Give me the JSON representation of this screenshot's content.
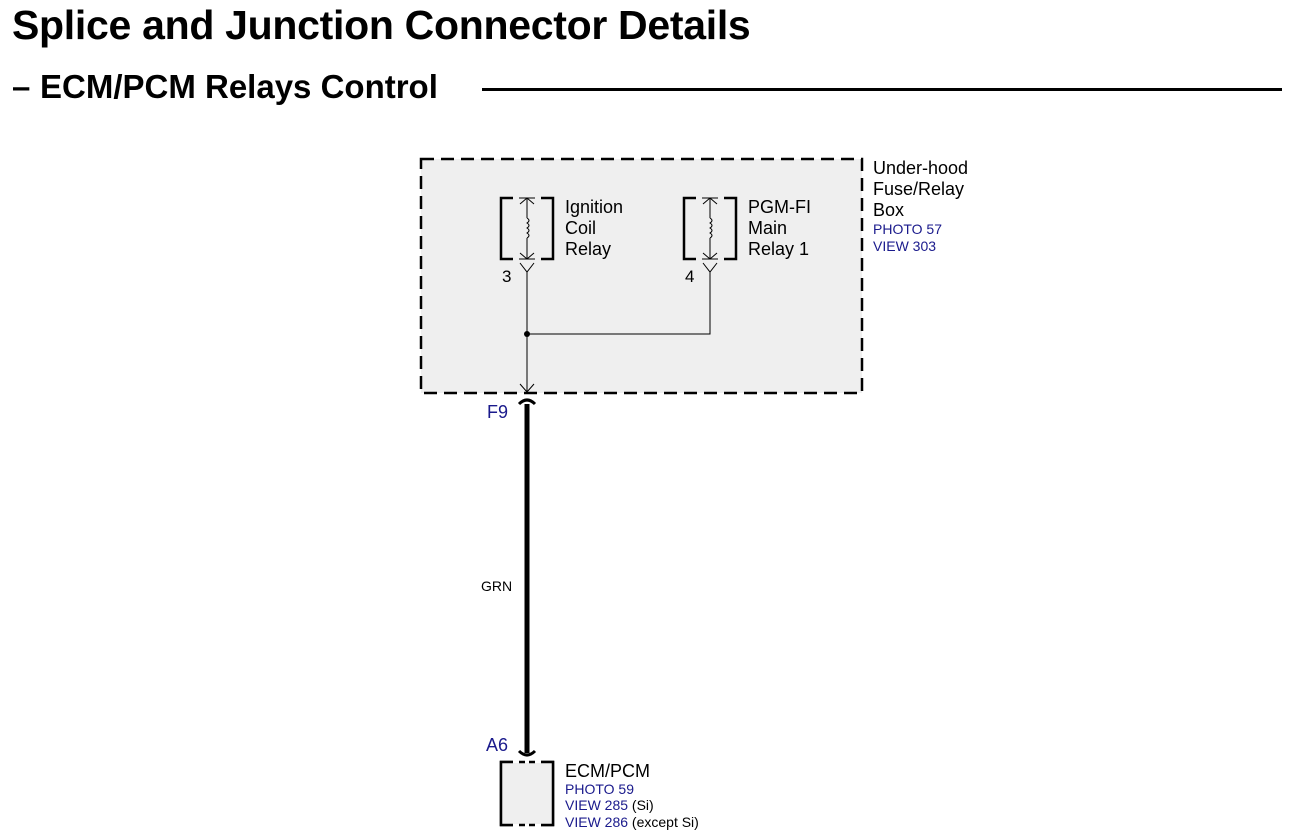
{
  "page": {
    "title": "Splice and Junction Connector Details",
    "section_dash": "–",
    "section_title": "ECM/PCM Relays Control"
  },
  "colors": {
    "link": "#1a1a8c",
    "box_fill": "#efefef",
    "line": "#000000"
  },
  "fuse_box": {
    "name_lines": [
      "Under-hood",
      "Fuse/Relay",
      "Box"
    ],
    "photo": "PHOTO 57",
    "view": "VIEW 303"
  },
  "relays": [
    {
      "lines": [
        "Ignition",
        "Coil",
        "Relay"
      ],
      "pin": "3"
    },
    {
      "lines": [
        "PGM-FI",
        "Main",
        "Relay 1"
      ],
      "pin": "4"
    }
  ],
  "wire": {
    "top_connector": "F9",
    "color_code": "GRN",
    "bottom_connector": "A6"
  },
  "ecm": {
    "name": "ECM/PCM",
    "photo": "PHOTO 59",
    "views": [
      {
        "view": "VIEW 285",
        "note": "(Si)"
      },
      {
        "view": "VIEW 286",
        "note": "(except Si)"
      }
    ]
  }
}
